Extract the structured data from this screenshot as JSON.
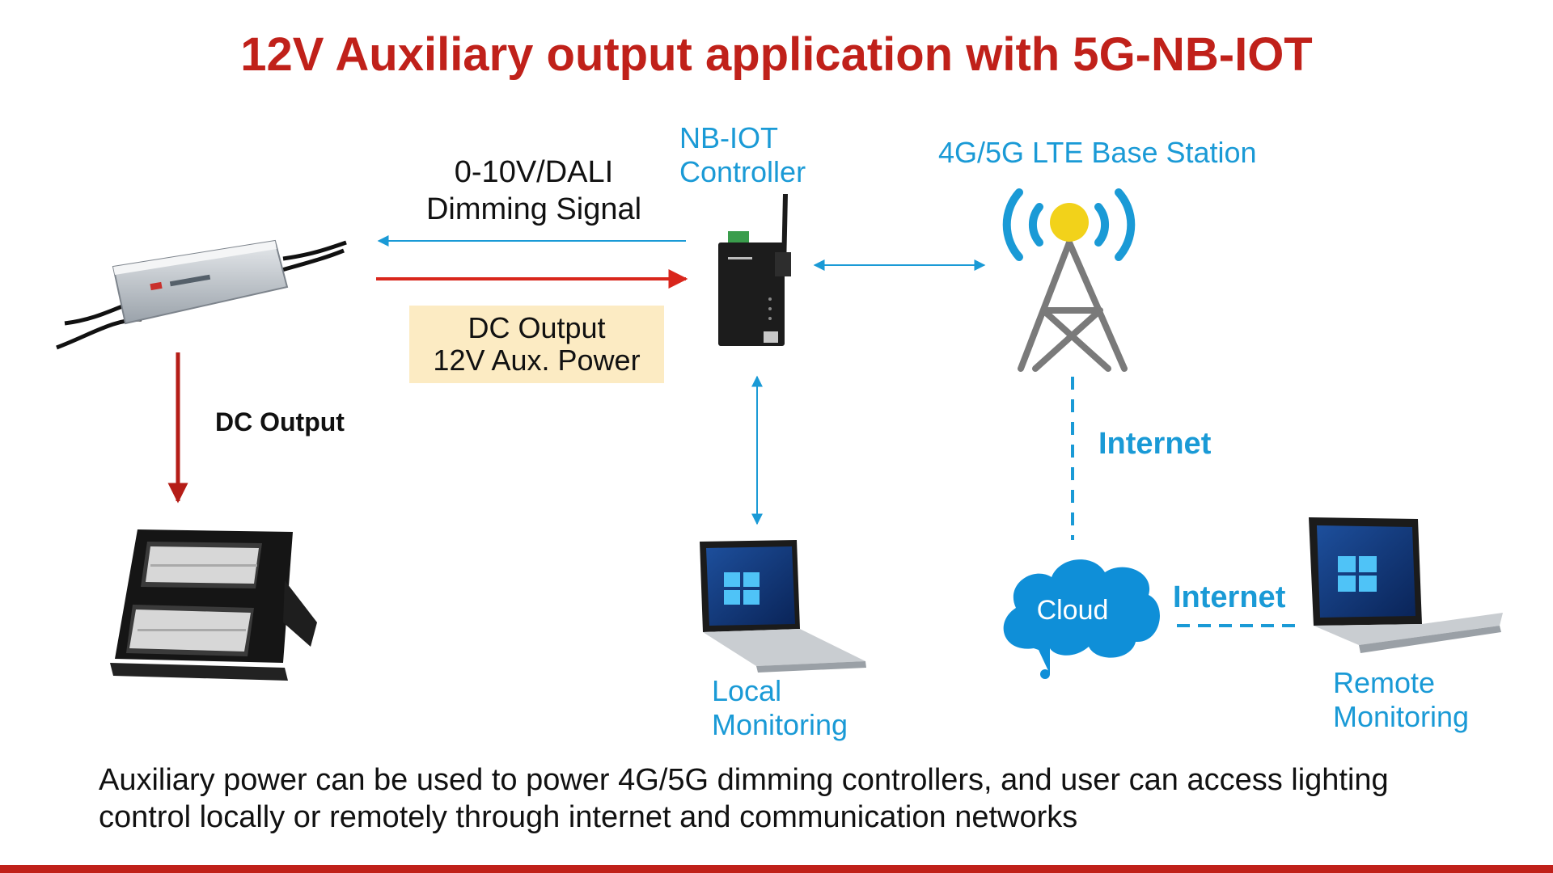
{
  "title": "12V Auxiliary output application with 5G-NB-IOT",
  "signal": {
    "line1": "0-10V/DALI",
    "line2": "Dimming Signal"
  },
  "aux_power": {
    "line1": "DC Output",
    "line2": "12V Aux. Power"
  },
  "dc_output": "DC Output",
  "controller": {
    "line1": "NB-IOT",
    "line2": "Controller"
  },
  "base_station": "4G/5G LTE Base Station",
  "internet_vertical": "Internet",
  "internet_horizontal": "Internet",
  "cloud": "Cloud",
  "local": {
    "line1": "Local",
    "line2": "Monitoring"
  },
  "remote": {
    "line1": "Remote",
    "line2": "Monitoring"
  },
  "footer": {
    "line1": "Auxiliary power can be used to power 4G/5G dimming controllers, and user can access lighting",
    "line2": "control locally or remotely through internet and communication networks"
  },
  "colors": {
    "title_red": "#c0211a",
    "accent_blue": "#1a9ad6",
    "arrow_red": "#d9261c",
    "aux_box": "#fcebc3"
  },
  "icons": [
    "led-driver-icon",
    "nb-iot-controller-icon",
    "base-station-tower-icon",
    "cloud-icon",
    "laptop-icon",
    "floodlight-icon"
  ]
}
